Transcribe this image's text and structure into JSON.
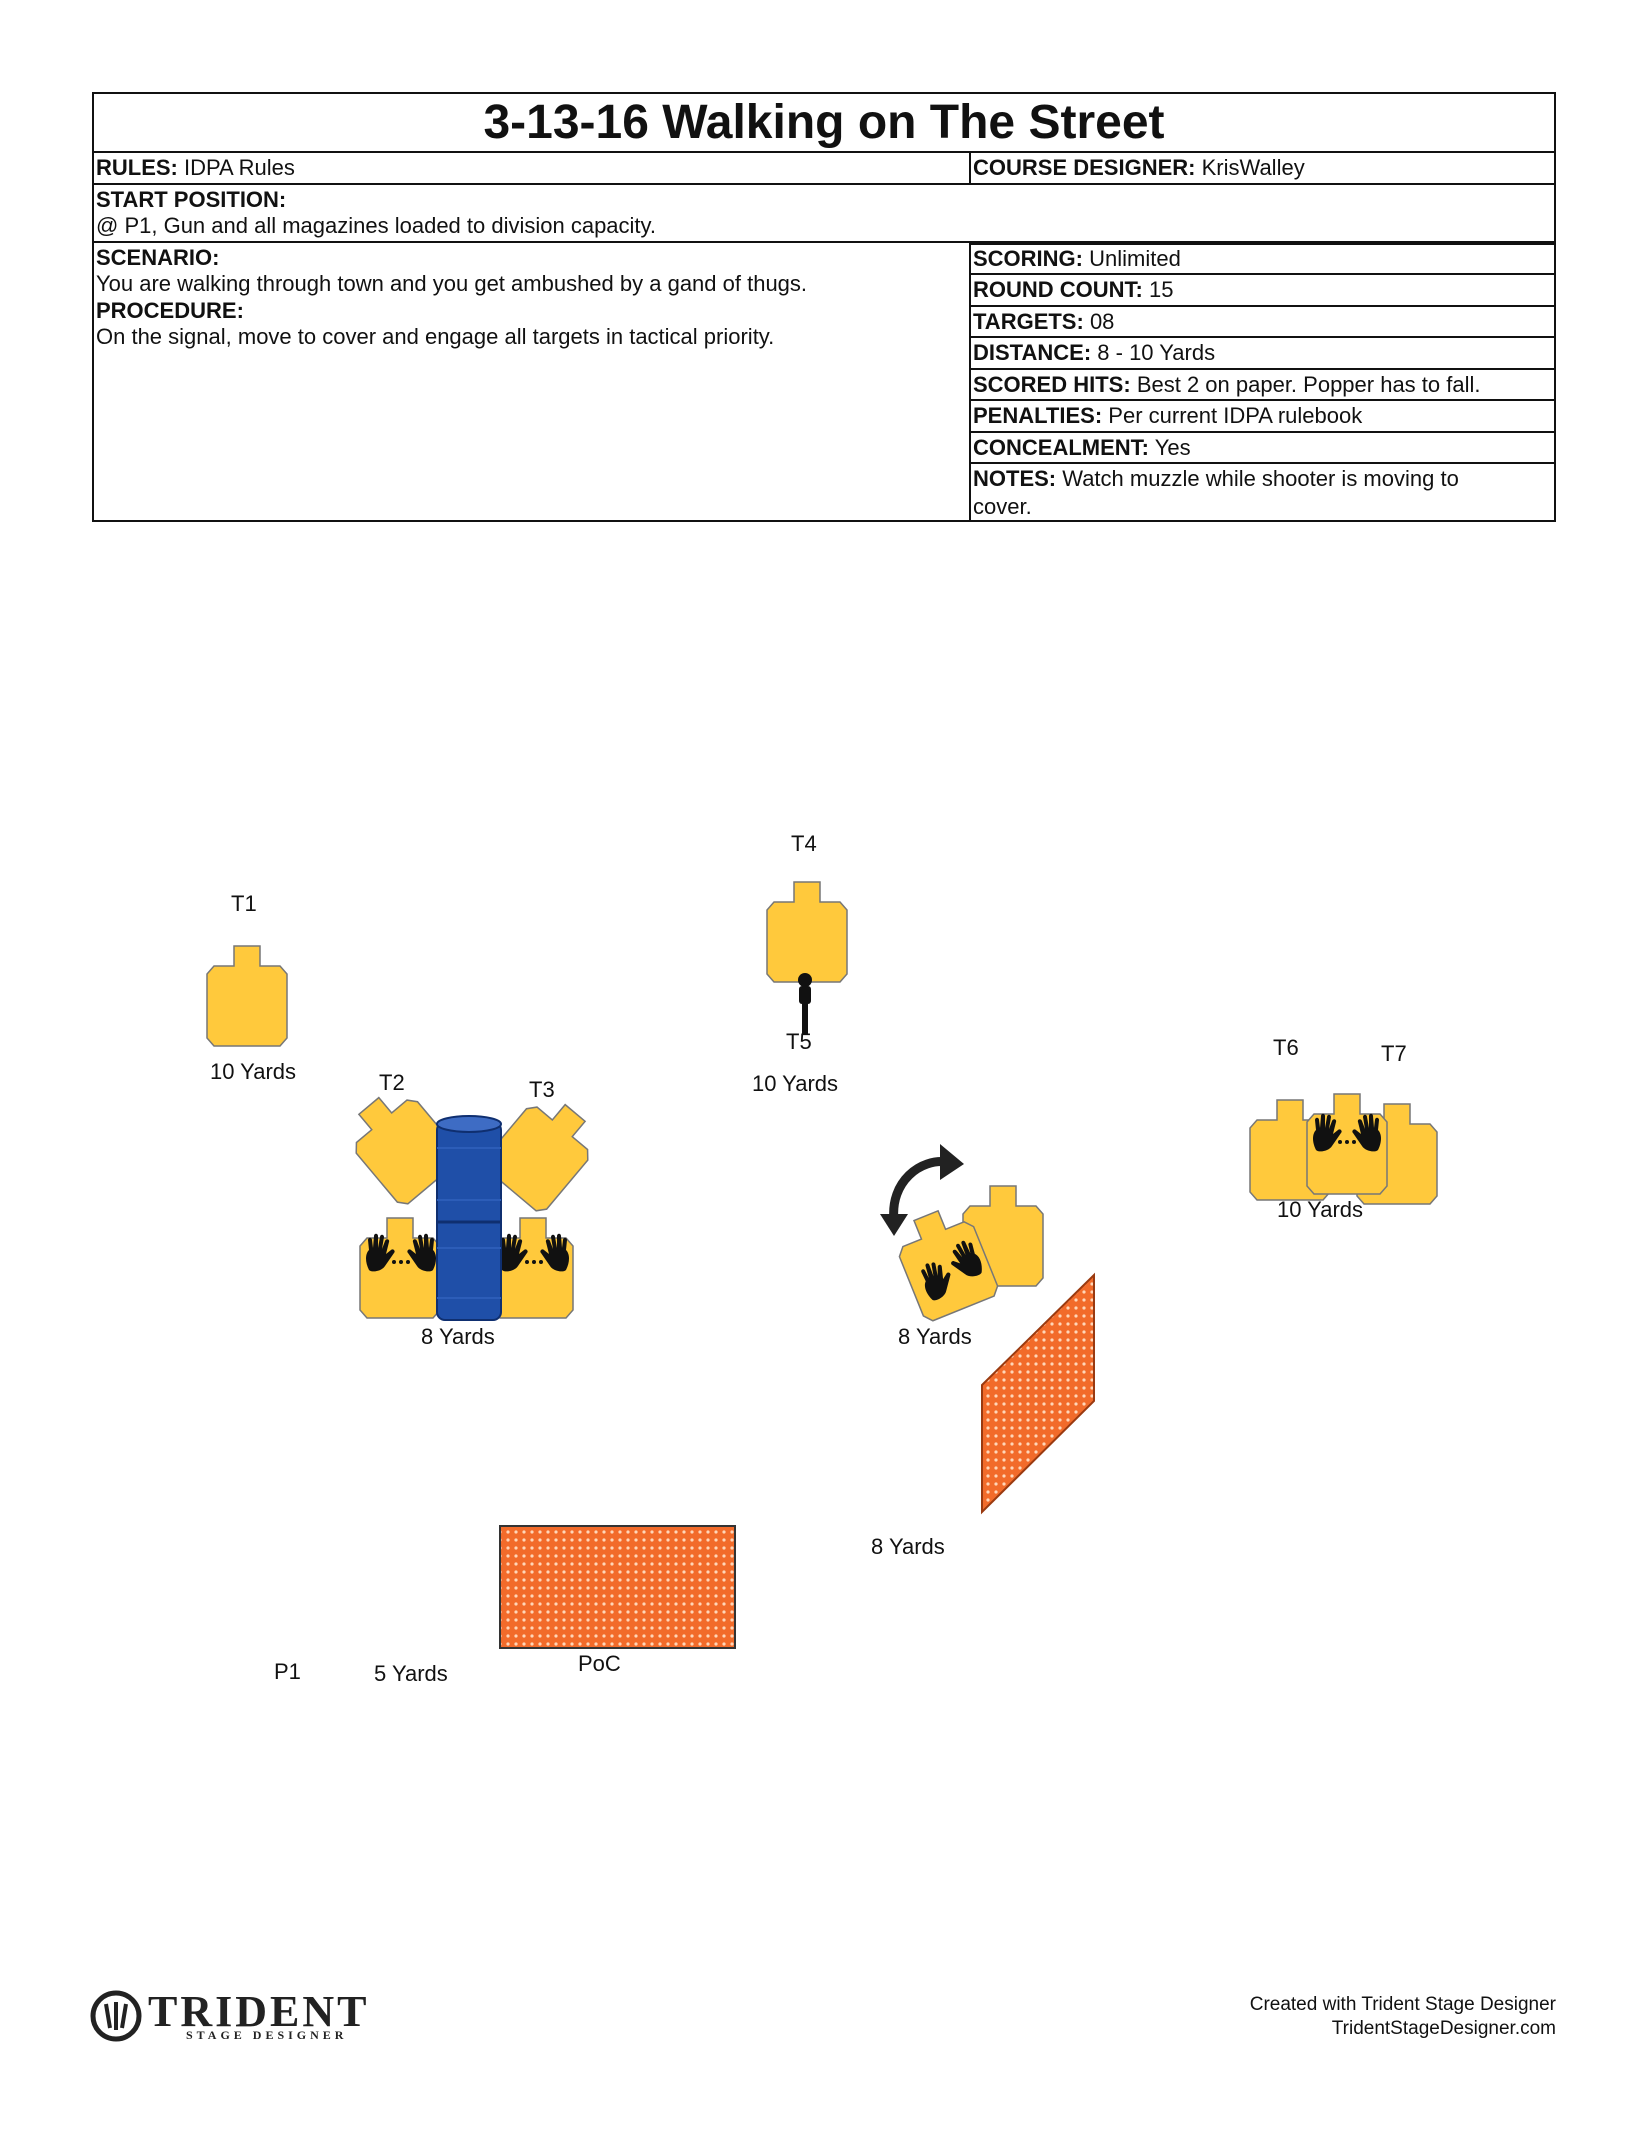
{
  "title": "3-13-16 Walking on The Street",
  "info": {
    "rules_label": "RULES:",
    "rules_value": "IDPA Rules",
    "designer_label": "COURSE DESIGNER:",
    "designer_value": "KrisWalley",
    "start_label": "START POSITION:",
    "start_value": "@ P1, Gun and all magazines loaded to division capacity.",
    "scenario_label": "SCENARIO:",
    "scenario_value": "You are walking through town and you get ambushed by a gand of thugs.",
    "procedure_label": "PROCEDURE:",
    "procedure_value": "On the signal, move to cover and engage all targets in tactical priority.",
    "scoring_label": "SCORING:",
    "scoring_value": "Unlimited",
    "round_label": "ROUND COUNT:",
    "round_value": "15",
    "targets_label": "TARGETS:",
    "targets_value": "08",
    "distance_label": "DISTANCE:",
    "distance_value": "8 - 10 Yards",
    "hits_label": "SCORED HITS:",
    "hits_value": "Best 2 on paper. Popper has to fall.",
    "penalties_label": "PENALTIES:",
    "penalties_value": "Per current IDPA rulebook",
    "concealment_label": "CONCEALMENT:",
    "concealment_value": "Yes",
    "notes_label": "NOTES:",
    "notes_value_line1": "Watch muzzle while shooter is moving to",
    "notes_value_line2": "cover."
  },
  "diagram": {
    "t1": "T1",
    "t1_dist": "10 Yards",
    "t2": "T2",
    "t3": "T3",
    "t23_dist": "8 Yards",
    "t4": "T4",
    "t5": "T5",
    "t45_dist": "10 Yards",
    "t6": "T6",
    "t7": "T7",
    "t67_dist": "10 Yards",
    "t8_dist": "8 Yards",
    "wall_dist": "8 Yards",
    "p1": "P1",
    "p1_dist": "5 Yards",
    "poc": "PoC"
  },
  "footer": {
    "logo_main": "TRIDENT",
    "logo_sub": "STAGE DESIGNER",
    "credit_line1": "Created with Trident Stage Designer",
    "credit_line2": "TridentStageDesigner.com"
  },
  "colors": {
    "target_fill": "#FFC93C",
    "target_stroke": "#777777",
    "barrel": "#1F4FA8",
    "wall": "#F26B2A",
    "ink": "#111111"
  }
}
